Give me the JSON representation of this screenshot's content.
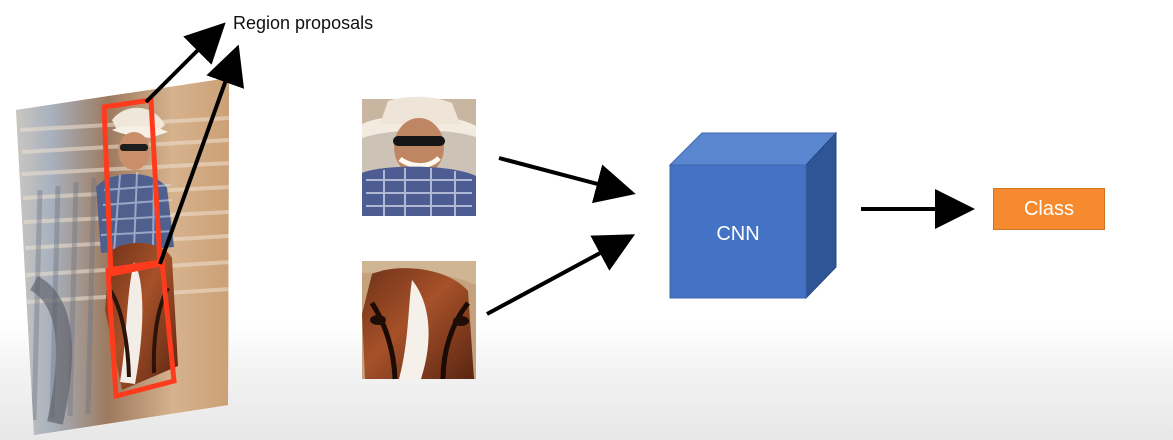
{
  "diagram": {
    "region_label": "Region proposals",
    "cnn_label": "CNN",
    "class_label": "Class",
    "colors": {
      "proposal_box": "#ff3b1d",
      "cnn_front": "#4472c4",
      "cnn_top": "#5b86d0",
      "cnn_side": "#2f5597",
      "class_box": "#f58b2e",
      "arrow": "#000000"
    }
  }
}
